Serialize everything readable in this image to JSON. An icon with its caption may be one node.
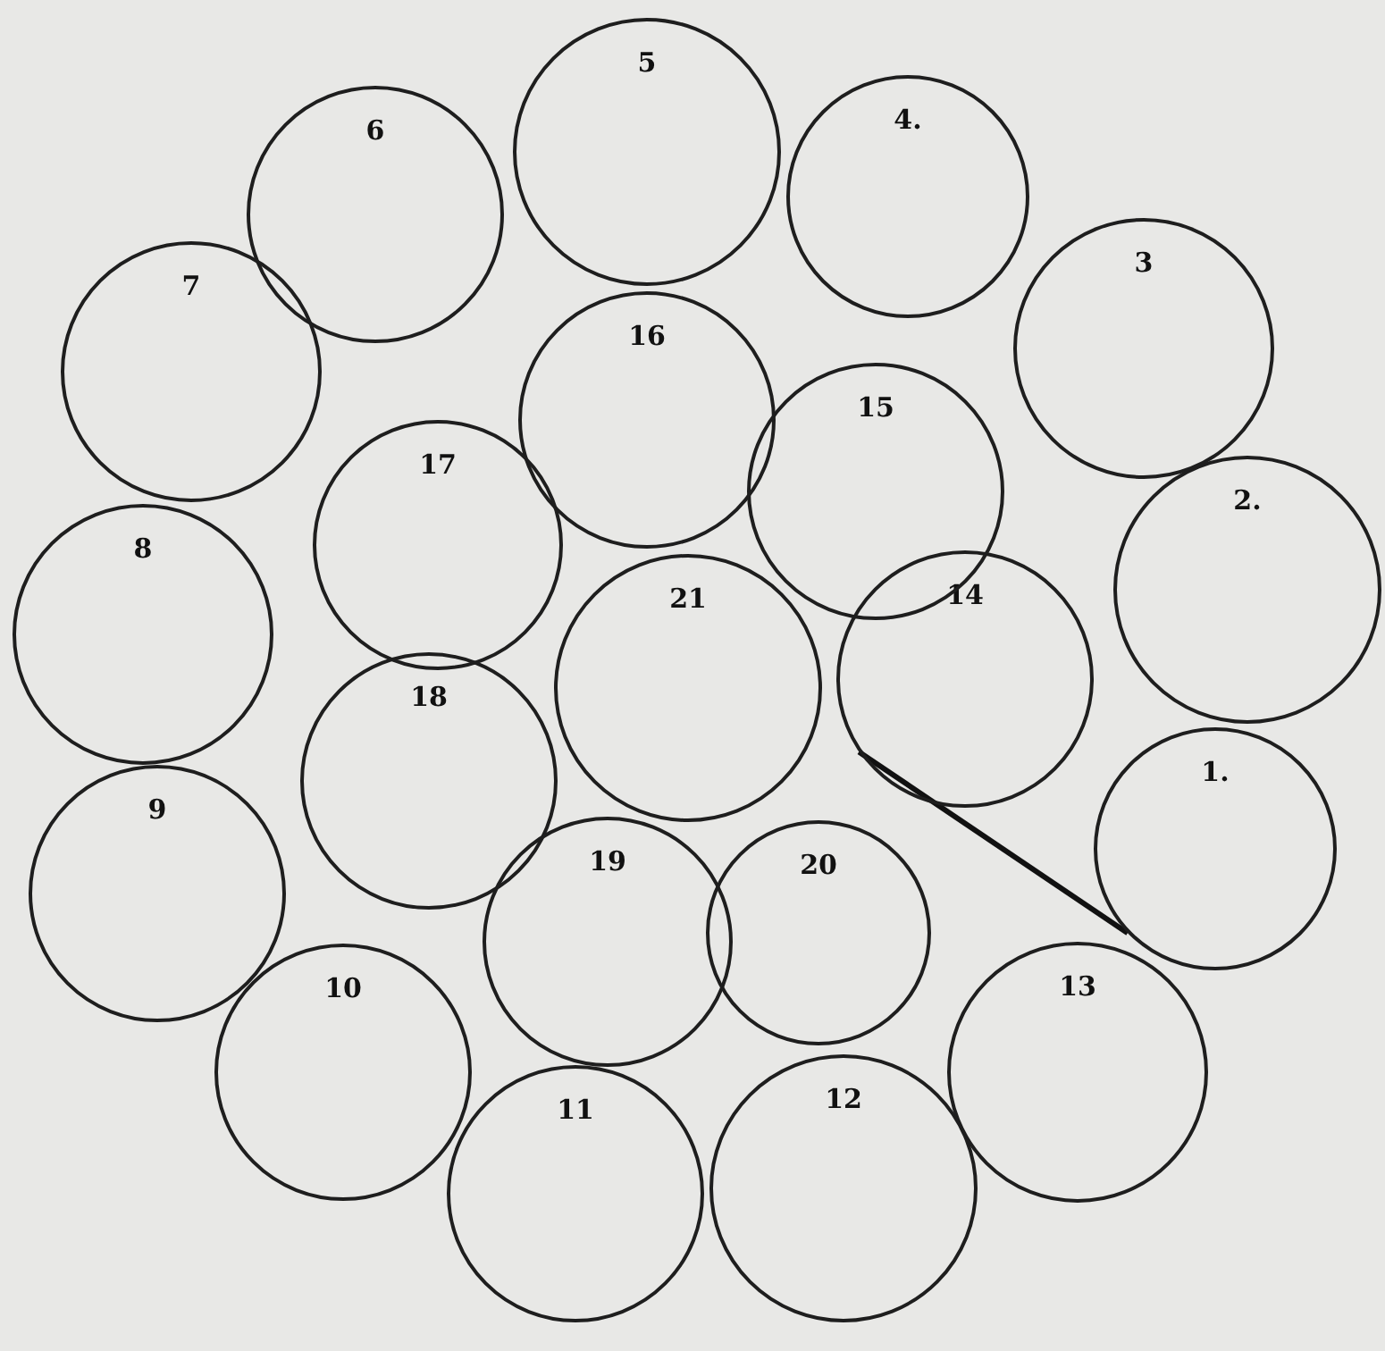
{
  "diagram": {
    "nodes": [
      {
        "text": [
          "1."
        ]
      },
      {
        "text": [
          "2."
        ]
      },
      {
        "text": [
          "3"
        ]
      },
      {
        "text": [
          "4."
        ]
      },
      {
        "text": [
          "5"
        ]
      },
      {
        "text": [
          "6"
        ]
      },
      {
        "text": [
          "7"
        ]
      },
      {
        "text": [
          "8"
        ]
      },
      {
        "text": [
          "9"
        ]
      },
      {
        "text": [
          "10"
        ]
      },
      {
        "text": [
          "11"
        ]
      },
      {
        "text": [
          "12"
        ]
      },
      {
        "text": [
          "13"
        ]
      },
      {
        "text": [
          "14"
        ]
      },
      {
        "text": [
          "15"
        ]
      },
      {
        "text": [
          "16"
        ]
      },
      {
        "text": [
          "17"
        ]
      },
      {
        "text": [
          "18"
        ]
      },
      {
        "text": [
          "19"
        ]
      },
      {
        "text": [
          "20"
        ]
      },
      {
        "text": [
          "21"
        ]
      }
    ],
    "edges": [
      {
        "from": 13,
        "to": 0,
        "arrow": "none"
      }
    ]
  }
}
